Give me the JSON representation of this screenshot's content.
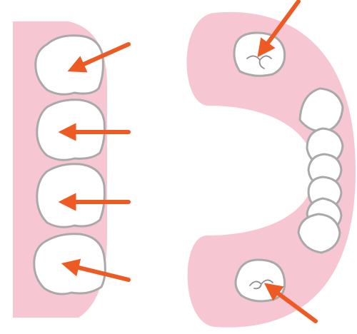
{
  "colors": {
    "gum": "#f6c7d3",
    "tooth_fill": "#ffffff",
    "tooth_outline": "#a9a9a9",
    "arrow": "#ee5a24",
    "fissure": "#8f8f8f"
  },
  "left_panel": {
    "tooth_count": 4,
    "arrow_count": 4
  },
  "right_panel": {
    "arch_teeth_count": 6,
    "molar_count": 2,
    "arrow_count": 2
  }
}
